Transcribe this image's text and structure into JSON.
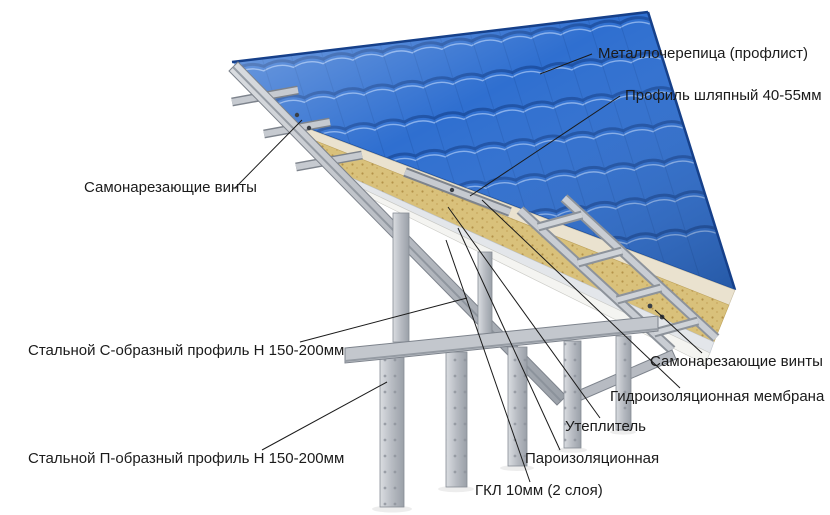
{
  "diagram": {
    "labels": [
      {
        "id": "metal-tile",
        "text": "Металлочерепица (профлист)"
      },
      {
        "id": "hat-profile",
        "text": "Профиль шляпный 40-55мм"
      },
      {
        "id": "screws-left",
        "text": "Самонарезающие винты"
      },
      {
        "id": "c-profile",
        "text": "Стальной С-образный профиль Н 150-200мм"
      },
      {
        "id": "p-profile",
        "text": "Стальной П-образный профиль Н 150-200мм"
      },
      {
        "id": "screws-right",
        "text": "Самонарезающие винты"
      },
      {
        "id": "membrane",
        "text": "Гидроизоляционная мембрана"
      },
      {
        "id": "insulation",
        "text": "Утеплитель"
      },
      {
        "id": "vapor-barrier",
        "text": "Пароизоляционная"
      },
      {
        "id": "gypsum-board",
        "text": "ГКЛ 10мм (2 слоя)"
      }
    ],
    "colors": {
      "roof_blue": "#2f6fd0",
      "roof_blue_dark": "#1b4c9c",
      "insulation_sand": "#d9c17b",
      "membrane_cream": "#eae2cf",
      "vapor_gray": "#e3e6ea",
      "board_white": "#f4f4f1",
      "steel_gray": "#c3c7cd",
      "steel_edge": "#7d838c",
      "line_black": "#1a1a1a"
    }
  }
}
